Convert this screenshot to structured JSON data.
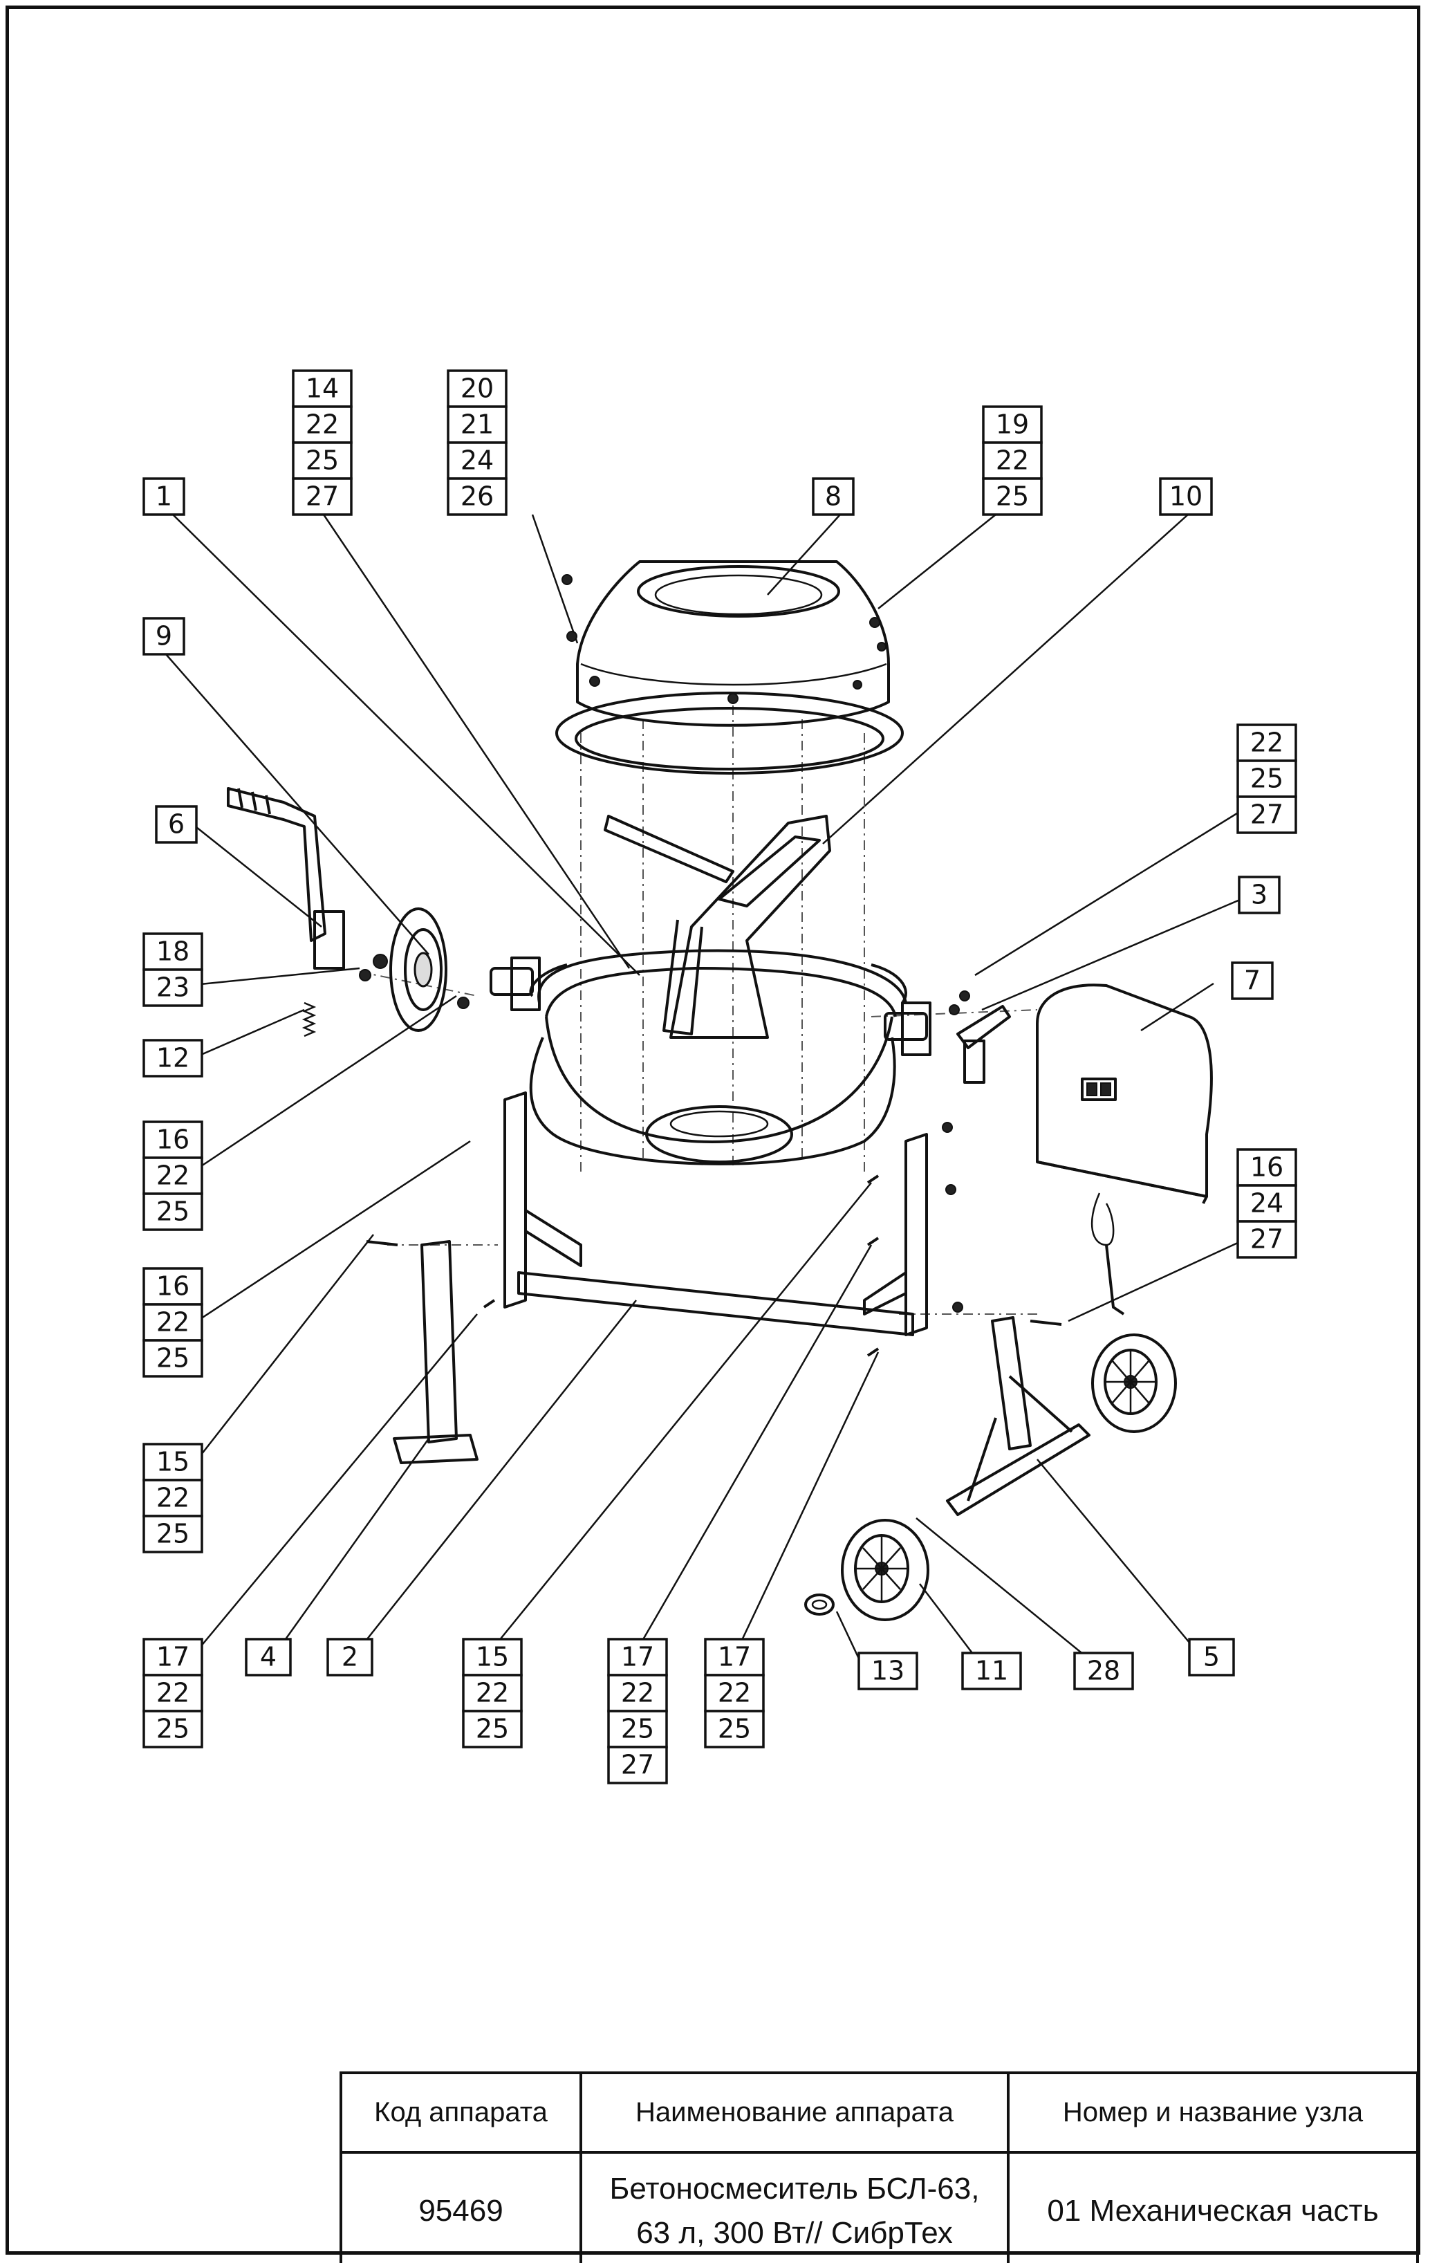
{
  "callouts": [
    {
      "id": "c1",
      "lines": [
        "1"
      ]
    },
    {
      "id": "c2",
      "lines": [
        "14",
        "22",
        "25",
        "27"
      ]
    },
    {
      "id": "c3",
      "lines": [
        "20",
        "21",
        "24",
        "26"
      ]
    },
    {
      "id": "c4",
      "lines": [
        "8"
      ]
    },
    {
      "id": "c5",
      "lines": [
        "19",
        "22",
        "25"
      ]
    },
    {
      "id": "c6",
      "lines": [
        "10"
      ]
    },
    {
      "id": "c7",
      "lines": [
        "9"
      ]
    },
    {
      "id": "c8",
      "lines": [
        "22",
        "25",
        "27"
      ]
    },
    {
      "id": "c9",
      "lines": [
        "6"
      ]
    },
    {
      "id": "c10",
      "lines": [
        "3"
      ]
    },
    {
      "id": "c11",
      "lines": [
        "7"
      ]
    },
    {
      "id": "c12",
      "lines": [
        "18",
        "23"
      ]
    },
    {
      "id": "c13",
      "lines": [
        "12"
      ]
    },
    {
      "id": "c14",
      "lines": [
        "16",
        "22",
        "25"
      ]
    },
    {
      "id": "c15",
      "lines": [
        "16",
        "24",
        "27"
      ]
    },
    {
      "id": "c16",
      "lines": [
        "16",
        "22",
        "25"
      ]
    },
    {
      "id": "c17",
      "lines": [
        "15",
        "22",
        "25"
      ]
    },
    {
      "id": "c18",
      "lines": [
        "17",
        "22",
        "25"
      ]
    },
    {
      "id": "c19",
      "lines": [
        "4"
      ]
    },
    {
      "id": "c20",
      "lines": [
        "2"
      ]
    },
    {
      "id": "c21",
      "lines": [
        "15",
        "22",
        "25"
      ]
    },
    {
      "id": "c22",
      "lines": [
        "17",
        "22",
        "25",
        "27"
      ]
    },
    {
      "id": "c23",
      "lines": [
        "17",
        "22",
        "25"
      ]
    },
    {
      "id": "c24",
      "lines": [
        "13"
      ]
    },
    {
      "id": "c25",
      "lines": [
        "11"
      ]
    },
    {
      "id": "c26",
      "lines": [
        "28"
      ]
    },
    {
      "id": "c27",
      "lines": [
        "5"
      ]
    }
  ],
  "title_block": {
    "headers": [
      "Код аппарата",
      "Наименование аппарата",
      "Номер и название узла"
    ],
    "code": "95469",
    "name_line1": "Бетоносмеситель БСЛ-63,",
    "name_line2": "63 л, 300 Вт// СибрТех",
    "unit": "01 Механическая часть"
  }
}
